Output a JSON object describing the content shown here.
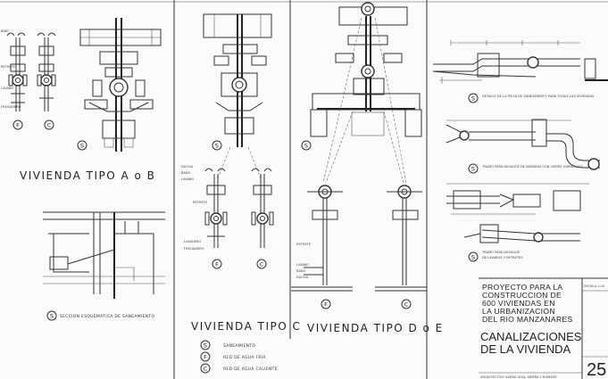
{
  "titles": {
    "tipo_ab": "VIVIENDA TIPO A o B",
    "tipo_c": "VIVIENDA TIPO C",
    "tipo_de": "VIVIENDA TIPO D o E",
    "seccion": "SECCION ESQUEMATICA DE SANEAMIENTO"
  },
  "symbols": {
    "s": "S",
    "f": "F",
    "c": "C"
  },
  "legend": [
    {
      "symbol": "S",
      "label": "SANEAMIENTO"
    },
    {
      "symbol": "F",
      "label": "RED DE AGUA FRIA"
    },
    {
      "symbol": "C",
      "label": "RED DE AGUA CALIENTE"
    }
  ],
  "details": {
    "detalle": "DETALLE DE LA PIEZA DE SANEAMIENTO PARA TODAS LAS VIVIENDAS",
    "tramo_banera": "TRAMO PARA DESAGUE DE BAÑERAS CON CIERRE HIDRAULICO",
    "tramo_lavabos_1": "TRAMO PARA DESAGUE",
    "tramo_lavabos_2": "DE LAVABOS Y RETRETES"
  },
  "fixture_labels": {
    "bide": "BIDE",
    "bano": "BAÑO",
    "lavabo": "LAVABO",
    "retrete": "RETRETE",
    "fregadero": "FREGADERO",
    "ducha": "DUCHA",
    "lavadero": "LAVADERO"
  },
  "title_block": {
    "proyecto": [
      "PROYECTO PARA LA",
      "CONSTRUCCION DE",
      "600 VIVIENDAS EN",
      "LA URBANIZACION",
      "DEL RIO MANZANARES"
    ],
    "canalizaciones": [
      "CANALIZACIONES",
      "DE LA VIVIENDA"
    ],
    "escala": "ESCALA 1:20",
    "sheet_number": "25",
    "arquitectos": "ARQUITECTOS: SAENZ OIZA, SIERRA Y ROMANY"
  }
}
